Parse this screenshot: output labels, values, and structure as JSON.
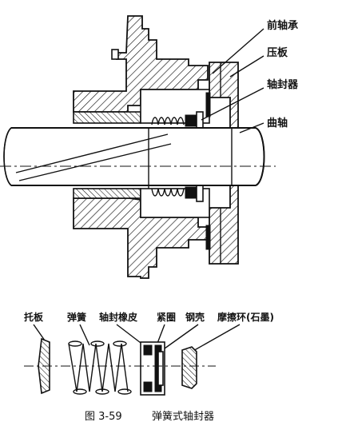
{
  "labels": {
    "front_bearing": "前轴承",
    "pressure_plate": "压板",
    "shaft_seal": "轴封器",
    "crankshaft": "曲轴",
    "support_plate": "托板",
    "spring": "弹簧",
    "seal_rubber": "轴封橡皮",
    "tight_ring": "紧圈",
    "steel_shell": "钢壳",
    "friction_ring": "摩擦环(石墨)"
  },
  "caption": {
    "figure_number": "图 3-59",
    "title": "弹簧式轴封器"
  }
}
